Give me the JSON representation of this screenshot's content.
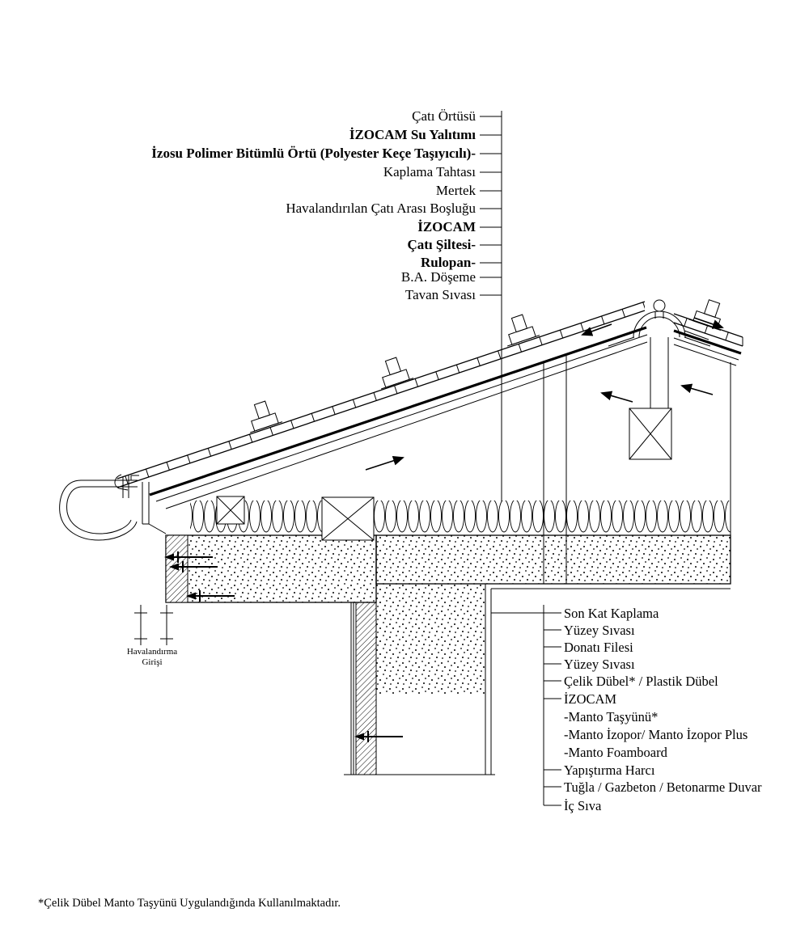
{
  "page": {
    "background": "#ffffff",
    "ink": "#000000"
  },
  "roof_callouts": {
    "items": [
      {
        "text": "Çatı Örtüsü",
        "bold": false
      },
      {
        "text": "İZOCAM Su Yalıtımı",
        "bold": true
      },
      {
        "text": "İzosu Polimer Bitümlü Örtü (Polyester Keçe Taşıyıcılı)-",
        "bold": true
      },
      {
        "text": "Kaplama Tahtası",
        "bold": false
      },
      {
        "text": "Mertek",
        "bold": false
      },
      {
        "text": "Havalandırılan Çatı Arası Boşluğu",
        "bold": false
      },
      {
        "text": "İZOCAM",
        "bold": true
      },
      {
        "text": "Çatı Şiltesi-",
        "bold": true
      },
      {
        "text": "Rulopan-",
        "bold": true
      },
      {
        "text": "B.A. Döşeme",
        "bold": false
      },
      {
        "text": "Tavan Sıvası",
        "bold": false
      }
    ]
  },
  "wall_callouts": {
    "items": [
      {
        "text": "Son Kat Kaplama"
      },
      {
        "text": "Yüzey Sıvası"
      },
      {
        "text": "Donatı Filesi"
      },
      {
        "text": "Yüzey Sıvası"
      },
      {
        "text": "Çelik Dübel* / Plastik Dübel"
      },
      {
        "text": "İZOCAM"
      },
      {
        "text": "-Manto Taşyünü*"
      },
      {
        "text": "-Manto İzopor/ Manto İzopor Plus"
      },
      {
        "text": "-Manto Foamboard"
      },
      {
        "text": "Yapıştırma Harcı"
      },
      {
        "text": "Tuğla / Gazbeton / Betonarme Duvar"
      },
      {
        "text": "İç Sıva"
      }
    ]
  },
  "vent_callout": {
    "line1": "Havalandırma",
    "line2": "Girişi"
  },
  "footnote": {
    "text": "*Çelik Dübel Manto Taşyünü Uygulandığında Kullanılmaktadır."
  }
}
